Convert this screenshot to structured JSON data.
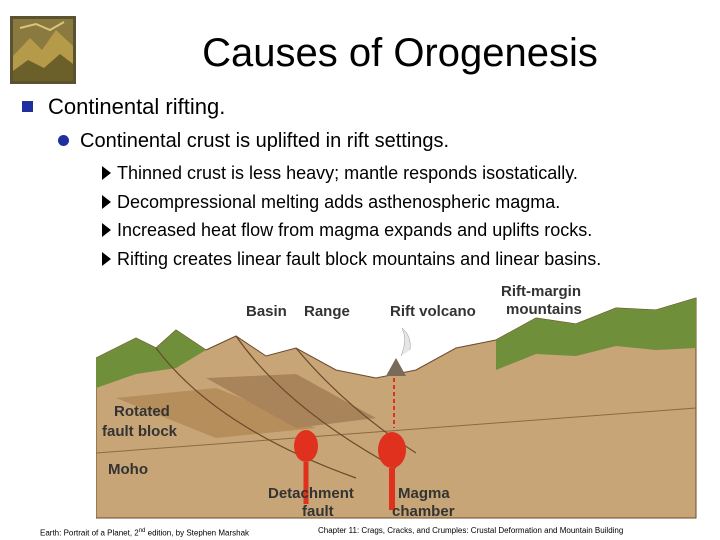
{
  "title": "Causes of Orogenesis",
  "bullets": {
    "level1": "Continental rifting.",
    "level2": "Continental crust is uplifted in rift settings.",
    "level3": [
      "Thinned crust is less heavy; mantle responds isostatically.",
      "Decompressional melting adds asthenospheric magma.",
      "Increased heat flow from magma expands and uplifts rocks.",
      "Rifting creates linear fault block mountains and linear basins."
    ]
  },
  "diagram_labels": {
    "basin": "Basin",
    "range": "Range",
    "rift_volcano": "Rift volcano",
    "rift_margin_line1": "Rift-margin",
    "rift_margin_line2": "mountains",
    "rotated_line1": "Rotated",
    "rotated_line2": "fault block",
    "moho": "Moho",
    "detachment_line1": "Detachment",
    "detachment_line2": "fault",
    "magma_line1": "Magma",
    "magma_line2": "chamber"
  },
  "footer": {
    "left_pre": "Earth: Portrait of a Planet, 2",
    "left_sup": "nd",
    "left_post": " edition, by Stephen Marshak",
    "right": "Chapter 11: Crags, Cracks, and Crumples: Crustal Deformation and Mountain Building"
  },
  "colors": {
    "bullet": "#1f2fa0",
    "grass": "#6f8f3a",
    "crust": "#c8a576",
    "magma": "#e0301e"
  }
}
